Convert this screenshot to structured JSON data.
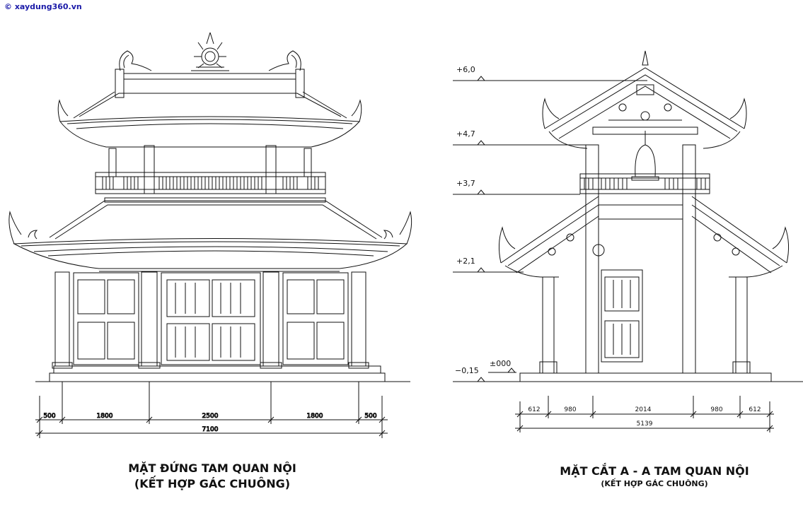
{
  "watermark": "© xaydung360.vn",
  "front_elevation": {
    "title": "MẶT ĐỨNG TAM QUAN NỘI",
    "subtitle": "(KẾT HỢP GÁC CHUÔNG)",
    "dims": [
      "500",
      "1800",
      "2500",
      "1800",
      "500"
    ],
    "total": "7100"
  },
  "section": {
    "title": "MẶT CẮT A - A TAM QUAN NỘI",
    "subtitle": "(KẾT HỢP GÁC CHUÔNG)",
    "levels": [
      "+6,0",
      "+4,7",
      "+3,7",
      "+2,1",
      "±000",
      "−0,15"
    ],
    "dims": [
      "612",
      "980",
      "2014",
      "980",
      "612"
    ],
    "total": "5139"
  },
  "colors": {
    "line": "#111111",
    "watermark": "#1a1aa8",
    "background": "#ffffff"
  }
}
